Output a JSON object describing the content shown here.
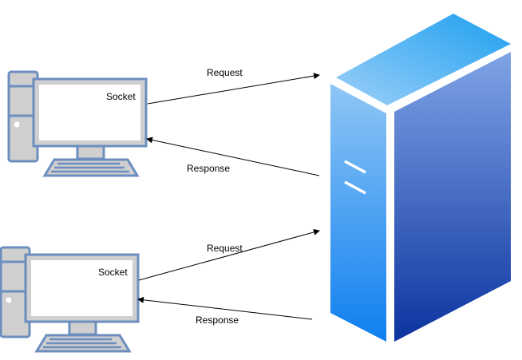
{
  "clients": [
    {
      "screen_label": "Socket",
      "request_label": "Request",
      "response_label": "Response"
    },
    {
      "screen_label": "Socket",
      "request_label": "Request",
      "response_label": "Response"
    }
  ],
  "colors": {
    "computer_fill": "#cfcfcf",
    "computer_stroke": "#6c8ebf",
    "screen_fill": "#ffffff",
    "server_top_light": "#9ccff9",
    "server_top_dark": "#1ea0ef",
    "server_front_light": "#8fc6f5",
    "server_front_dark": "#0f7ff0",
    "server_side_light": "#7fa4e6",
    "server_side_dark": "#0d34a0",
    "arrow": "#000000"
  }
}
